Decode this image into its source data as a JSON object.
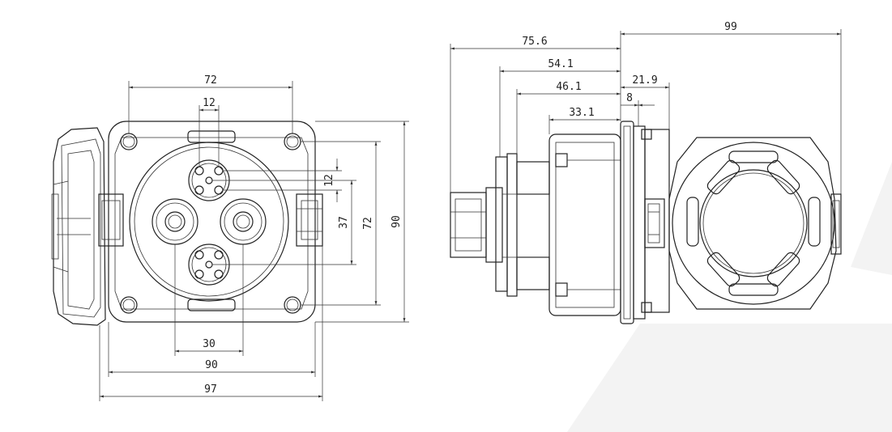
{
  "front_view": {
    "dimensions": {
      "hole_spacing_top": "72",
      "pin_spacing_top": "12",
      "pin_spacing_side": "12",
      "dc_center_vertical": "37",
      "hole_spacing_side": "72",
      "flange_height": "90",
      "dc_spacing_bottom": "30",
      "flange_width": "90",
      "overall_width": "97"
    }
  },
  "side_view": {
    "dimensions": {
      "overall_rear_depth": "75.6",
      "front_cap_depth": "99",
      "body_depth_a": "54.1",
      "flange_to_cap": "21.9",
      "body_depth_b": "46.1",
      "flange_thickness": "8",
      "body_depth_c": "33.1"
    }
  }
}
